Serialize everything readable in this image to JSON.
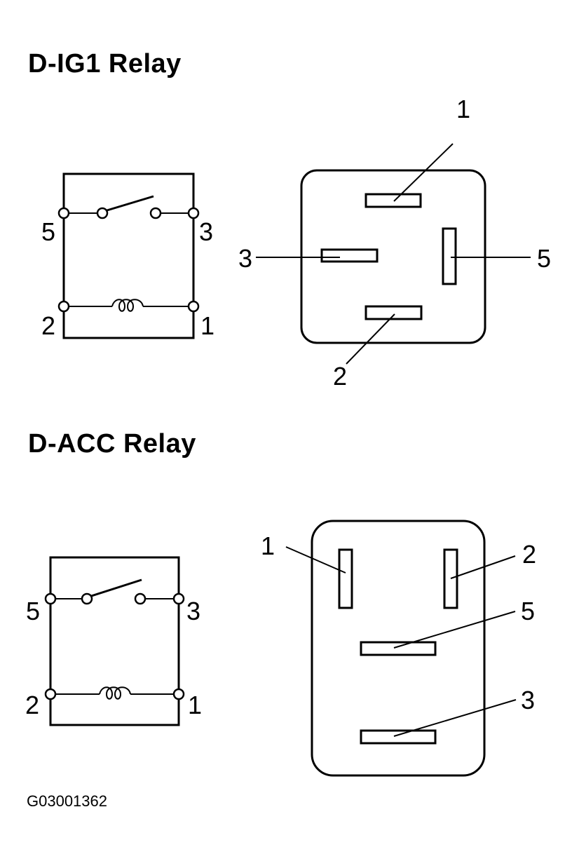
{
  "relays": [
    {
      "title": "D-IG1  Relay",
      "schematic_labels": {
        "t5": "5",
        "t3": "3",
        "t2": "2",
        "t1": "1"
      },
      "connector_labels": {
        "p1": "1",
        "p3": "3",
        "p5": "5",
        "p2": "2"
      }
    },
    {
      "title": "D-ACC  Relay",
      "schematic_labels": {
        "t5": "5",
        "t3": "3",
        "t2": "2",
        "t1": "1"
      },
      "connector_labels": {
        "p1": "1",
        "p2": "2",
        "p5": "5",
        "p3": "3"
      }
    }
  ],
  "figure_code": "G03001362"
}
